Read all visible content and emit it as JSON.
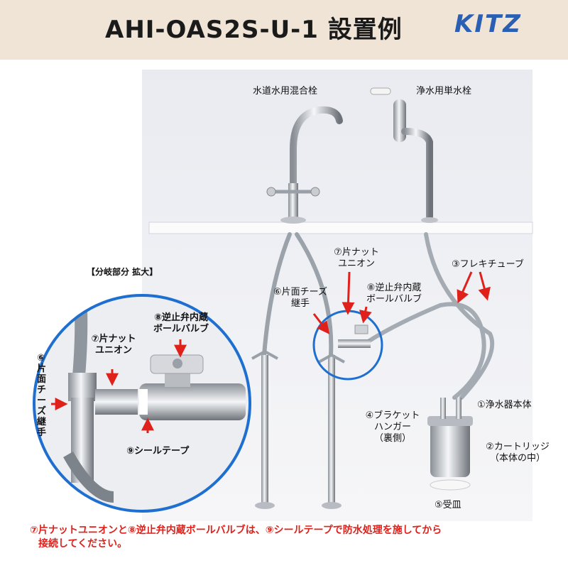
{
  "header": {
    "title": "AHI-OAS2S-U-1 設置例",
    "logo_text": "KITZ"
  },
  "labels": {
    "mixing_faucet": "水道水用混合栓",
    "single_faucet": "浄水用単水栓",
    "zoom_title": "【分岐部分 拡大】",
    "union_1": "⑦片ナット",
    "union_2": "ユニオン",
    "valve_1": "⑧逆止弁内蔵",
    "valve_2": "ボールバルブ",
    "tees_1": "⑥片面チーズ",
    "tees_2": "継手",
    "flex_tube": "③フレキチューブ",
    "bracket_1": "④ブラケット",
    "bracket_2": "ハンガー",
    "bracket_3": "（裏側）",
    "purifier": "①浄水器本体",
    "cartridge_1": "②カートリッジ",
    "cartridge_2": "（本体の中）",
    "tray": "⑤受皿",
    "zoom_union_1": "⑦片ナット",
    "zoom_union_2": "ユニオン",
    "zoom_valve_1": "⑧逆止弁内蔵",
    "zoom_valve_2": "ボールバルブ",
    "zoom_tees_1": "⑥",
    "zoom_tees_2": "片面チーズ継手",
    "zoom_seal": "⑨シールテープ"
  },
  "note": {
    "line1": "⑦片ナットユニオンと⑧逆止弁内蔵ボールバルブは、⑨シールテープで防水処理を施してから",
    "line2": "接続してください。"
  },
  "colors": {
    "header_bg": "#efe4d6",
    "logo": "#2b5fb3",
    "highlight_circle": "#1e6fd0",
    "arrow": "#e0201a",
    "note_text": "#e0201a"
  }
}
